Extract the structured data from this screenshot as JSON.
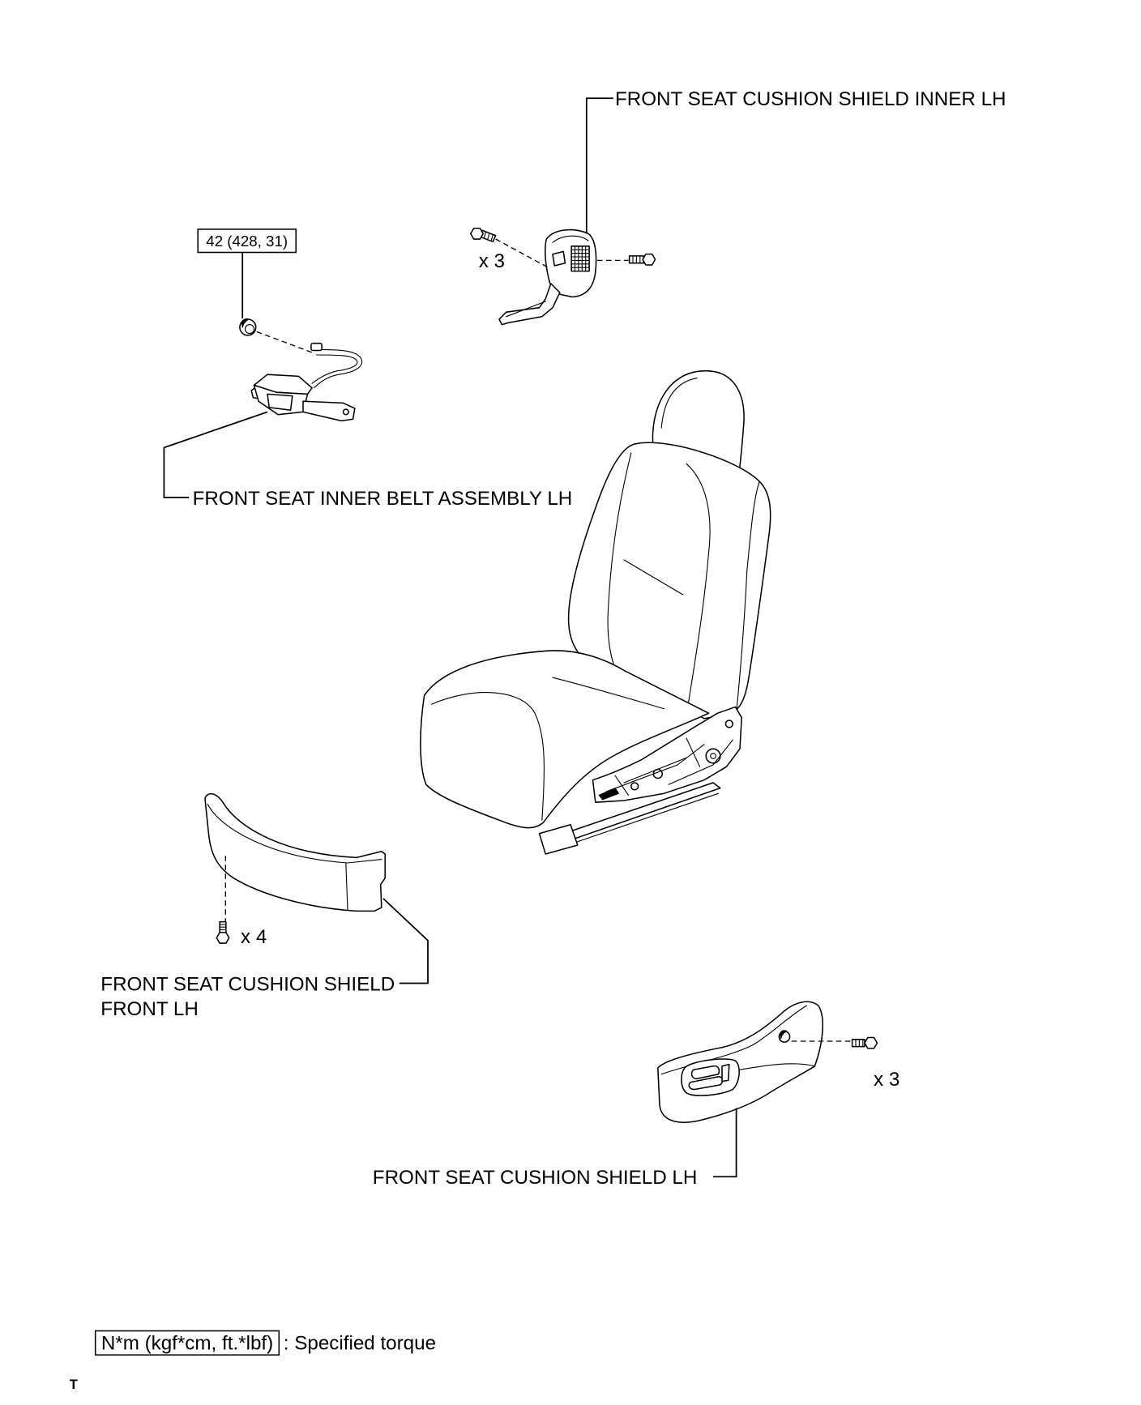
{
  "labels": {
    "shield_inner": "FRONT SEAT CUSHION SHIELD INNER LH",
    "inner_belt": "FRONT SEAT INNER BELT ASSEMBLY LH",
    "shield_front_line1": "FRONT SEAT CUSHION SHIELD",
    "shield_front_line2": "FRONT LH",
    "shield_lh": "FRONT SEAT CUSHION SHIELD LH"
  },
  "torque": {
    "inner_belt_nut": "42 (428, 31)"
  },
  "quantities": {
    "shield_inner_bolts": "x 3",
    "shield_front_screws": "x 4",
    "shield_lh_screws": "x 3"
  },
  "legend": {
    "unit_box": "N*m (kgf*cm, ft.*lbf)",
    "description": ": Specified torque"
  },
  "footer": {
    "code": "T"
  }
}
